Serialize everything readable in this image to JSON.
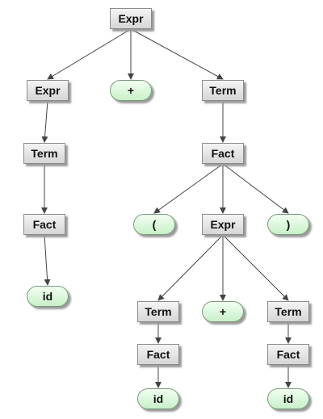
{
  "diagram": {
    "nodes": {
      "expr_root": {
        "label": "Expr",
        "kind": "nonterminal"
      },
      "expr_left": {
        "label": "Expr",
        "kind": "nonterminal"
      },
      "plus_top": {
        "label": "+",
        "kind": "terminal"
      },
      "term_right": {
        "label": "Term",
        "kind": "nonterminal"
      },
      "term_left": {
        "label": "Term",
        "kind": "nonterminal"
      },
      "fact_right": {
        "label": "Fact",
        "kind": "nonterminal"
      },
      "fact_left": {
        "label": "Fact",
        "kind": "nonterminal"
      },
      "lparen": {
        "label": "(",
        "kind": "terminal"
      },
      "expr_inner": {
        "label": "Expr",
        "kind": "nonterminal"
      },
      "rparen": {
        "label": ")",
        "kind": "terminal"
      },
      "id_left": {
        "label": "id",
        "kind": "terminal"
      },
      "term_inner_left": {
        "label": "Term",
        "kind": "nonterminal"
      },
      "plus_inner": {
        "label": "+",
        "kind": "terminal"
      },
      "term_inner_right": {
        "label": "Term",
        "kind": "nonterminal"
      },
      "fact_inner_left": {
        "label": "Fact",
        "kind": "nonterminal"
      },
      "fact_inner_right": {
        "label": "Fact",
        "kind": "nonterminal"
      },
      "id_inner_left": {
        "label": "id",
        "kind": "terminal"
      },
      "id_inner_right": {
        "label": "id",
        "kind": "terminal"
      }
    },
    "edges": [
      [
        "expr_root",
        "expr_left"
      ],
      [
        "expr_root",
        "plus_top"
      ],
      [
        "expr_root",
        "term_right"
      ],
      [
        "expr_left",
        "term_left"
      ],
      [
        "term_left",
        "fact_left"
      ],
      [
        "fact_left",
        "id_left"
      ],
      [
        "term_right",
        "fact_right"
      ],
      [
        "fact_right",
        "lparen"
      ],
      [
        "fact_right",
        "expr_inner"
      ],
      [
        "fact_right",
        "rparen"
      ],
      [
        "expr_inner",
        "term_inner_left"
      ],
      [
        "expr_inner",
        "plus_inner"
      ],
      [
        "expr_inner",
        "term_inner_right"
      ],
      [
        "term_inner_left",
        "fact_inner_left"
      ],
      [
        "fact_inner_left",
        "id_inner_left"
      ],
      [
        "term_inner_right",
        "fact_inner_right"
      ],
      [
        "fact_inner_right",
        "id_inner_right"
      ]
    ],
    "colors": {
      "nonterminal_fill": "#e2e2e2",
      "terminal_fill": "#d8f5d8",
      "edge": "#444444"
    }
  }
}
